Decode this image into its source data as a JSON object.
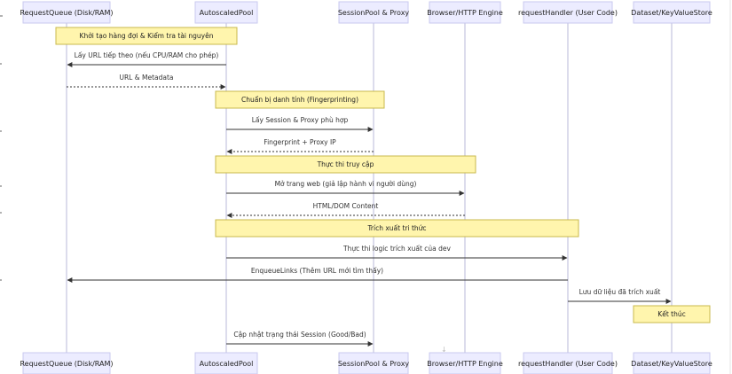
{
  "participants": [
    {
      "id": "rq",
      "label": "RequestQueue (Disk/RAM)"
    },
    {
      "id": "ap",
      "label": "AutoscaledPool"
    },
    {
      "id": "sp",
      "label": "SessionPool & Proxy"
    },
    {
      "id": "be",
      "label": "Browser/HTTP Engine"
    },
    {
      "id": "rh",
      "label": "requestHandler (User Code)"
    },
    {
      "id": "ds",
      "label": "Dataset/KeyValueStore"
    }
  ],
  "steps": [
    {
      "kind": "note",
      "from": "rq",
      "to": "ap",
      "text": "Khởi tạo hàng đợi & Kiểm tra tài nguyên"
    },
    {
      "kind": "message",
      "from": "ap",
      "to": "rq",
      "style": "solid",
      "text": "Lấy URL tiếp theo (nếu CPU/RAM cho phép)"
    },
    {
      "kind": "message",
      "from": "rq",
      "to": "ap",
      "style": "dashed",
      "text": "URL & Metadata"
    },
    {
      "kind": "note",
      "from": "ap",
      "to": "sp",
      "text": "Chuẩn bị danh tính (Fingerprinting)"
    },
    {
      "kind": "message",
      "from": "ap",
      "to": "sp",
      "style": "solid",
      "text": "Lấy Session & Proxy phù hợp"
    },
    {
      "kind": "message",
      "from": "sp",
      "to": "ap",
      "style": "dashed",
      "text": "Fingerprint + Proxy IP"
    },
    {
      "kind": "note",
      "from": "ap",
      "to": "be",
      "text": "Thực thi truy cập"
    },
    {
      "kind": "message",
      "from": "ap",
      "to": "be",
      "style": "solid",
      "text": "Mở trang web (giả lập hành vi người dùng)"
    },
    {
      "kind": "message",
      "from": "be",
      "to": "ap",
      "style": "dashed",
      "text": "HTML/DOM Content"
    },
    {
      "kind": "note",
      "from": "ap",
      "to": "rh",
      "text": "Trích xuất tri thức"
    },
    {
      "kind": "message",
      "from": "ap",
      "to": "rh",
      "style": "solid",
      "text": "Thực thi logic trích xuất của dev"
    },
    {
      "kind": "message",
      "from": "rh",
      "to": "rq",
      "style": "solid",
      "text": "EnqueueLinks (Thêm URL mới tìm thấy)"
    },
    {
      "kind": "message",
      "from": "rh",
      "to": "ds",
      "style": "solid",
      "text": "Lưu dữ liệu đã trích xuất"
    },
    {
      "kind": "note",
      "from": "ds",
      "to": "ds",
      "text": "Kết thúc"
    },
    {
      "kind": "message",
      "from": "ap",
      "to": "sp",
      "style": "solid",
      "text": "Cập nhật trạng thái Session (Good/Bad)"
    }
  ],
  "colors": {
    "participant_fill": "#ececff",
    "participant_border": "#c9c9ef",
    "note_fill": "#fff5ad",
    "note_border": "#c8b94d",
    "line": "#333333"
  }
}
